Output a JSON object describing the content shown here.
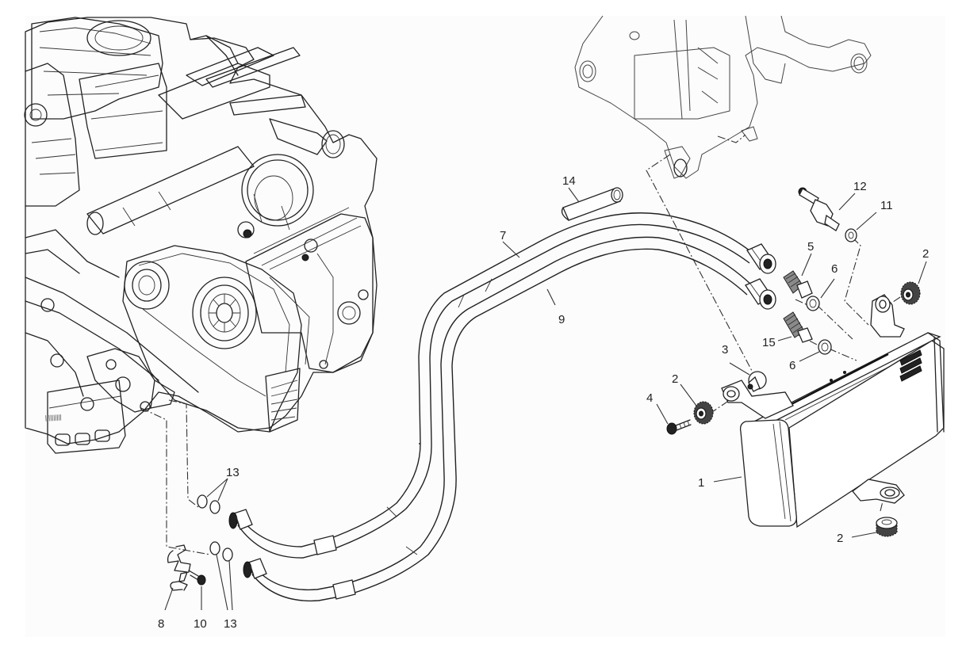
{
  "diagram": {
    "title": "Oil cooler exploded parts diagram",
    "colors": {
      "background": "#ffffff",
      "panel": "#fcfcfc",
      "line": "#222222"
    },
    "callouts": [
      {
        "id": "c1",
        "label": "1",
        "part": "oil-cooler"
      },
      {
        "id": "c2a",
        "label": "2",
        "part": "rubber-grommet-upper-right"
      },
      {
        "id": "c2b",
        "label": "2",
        "part": "rubber-grommet-left"
      },
      {
        "id": "c2c",
        "label": "2",
        "part": "rubber-grommet-lower"
      },
      {
        "id": "c3",
        "label": "3",
        "part": "spacer-bushing"
      },
      {
        "id": "c4",
        "label": "4",
        "part": "screw"
      },
      {
        "id": "c5",
        "label": "5",
        "part": "union-fitting-upper"
      },
      {
        "id": "c6a",
        "label": "6",
        "part": "sealing-washer-upper"
      },
      {
        "id": "c6b",
        "label": "6",
        "part": "sealing-washer-lower"
      },
      {
        "id": "c7",
        "label": "7",
        "part": "oil-hose-upper"
      },
      {
        "id": "c8",
        "label": "8",
        "part": "hose-retaining-plate"
      },
      {
        "id": "c9",
        "label": "9",
        "part": "oil-hose-lower"
      },
      {
        "id": "c10",
        "label": "10",
        "part": "plate-screw"
      },
      {
        "id": "c11",
        "label": "11",
        "part": "sensor-washer"
      },
      {
        "id": "c12",
        "label": "12",
        "part": "temperature-sensor"
      },
      {
        "id": "c13a",
        "label": "13",
        "part": "o-rings-upper"
      },
      {
        "id": "c13b",
        "label": "13",
        "part": "o-rings-lower"
      },
      {
        "id": "c14",
        "label": "14",
        "part": "protective-sleeve"
      },
      {
        "id": "c15",
        "label": "15",
        "part": "union-fitting-lower"
      }
    ]
  }
}
